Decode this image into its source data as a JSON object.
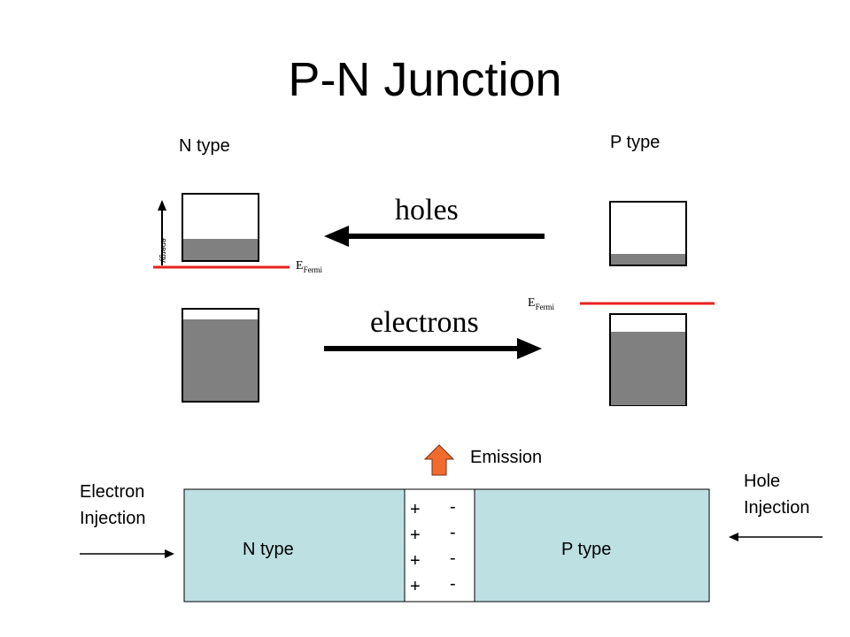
{
  "title": "P-N Junction",
  "top_diagram": {
    "n_type_label": "N type",
    "p_type_label": "P type",
    "holes_label": "holes",
    "electrons_label": "electrons",
    "energy_axis_label": "energy",
    "fermi_main": "E",
    "fermi_sub": "Fermi",
    "colors": {
      "fermi_line": "#e8231f",
      "band_fill": "#808080",
      "arrow": "#000000"
    }
  },
  "bottom_diagram": {
    "emission_label": "Emission",
    "electron_injection": [
      "Electron",
      "Injection"
    ],
    "hole_injection": [
      "Hole",
      "Injection"
    ],
    "n_type_label": "N type",
    "p_type_label": "P type",
    "plus_signs": [
      "+",
      "+",
      "+",
      "+"
    ],
    "minus_signs": [
      "-",
      "-",
      "-",
      "-"
    ],
    "colors": {
      "region_fill": "#bde0e3",
      "emission_arrow": "#f26b2e"
    }
  }
}
